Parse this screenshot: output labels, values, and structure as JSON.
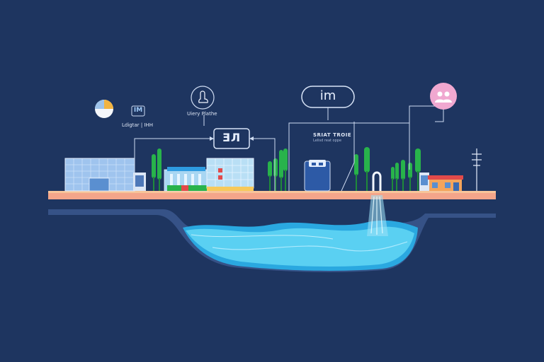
{
  "labels": {
    "left_caption": "Ldigtar | IHH",
    "center_caption": "Uiery Plathe",
    "smart_title": "SRIAT TROIE",
    "smart_subtitle": "Lelisd reat oppe"
  },
  "badges": {
    "left_small": "IM",
    "center_rect": "ƎЛ",
    "top_pill": "im"
  },
  "icons": [
    "pie-chart-icon",
    "finger-pointer-icon",
    "users-icon"
  ],
  "colors": {
    "background": "#1e3560",
    "ground": "#f4a58a",
    "water_light": "#5ad0f2",
    "water_mid": "#2aa8e0",
    "tree": "#28b34b",
    "users_circle": "#f0a8d0",
    "outline": "#cfdcf2"
  }
}
